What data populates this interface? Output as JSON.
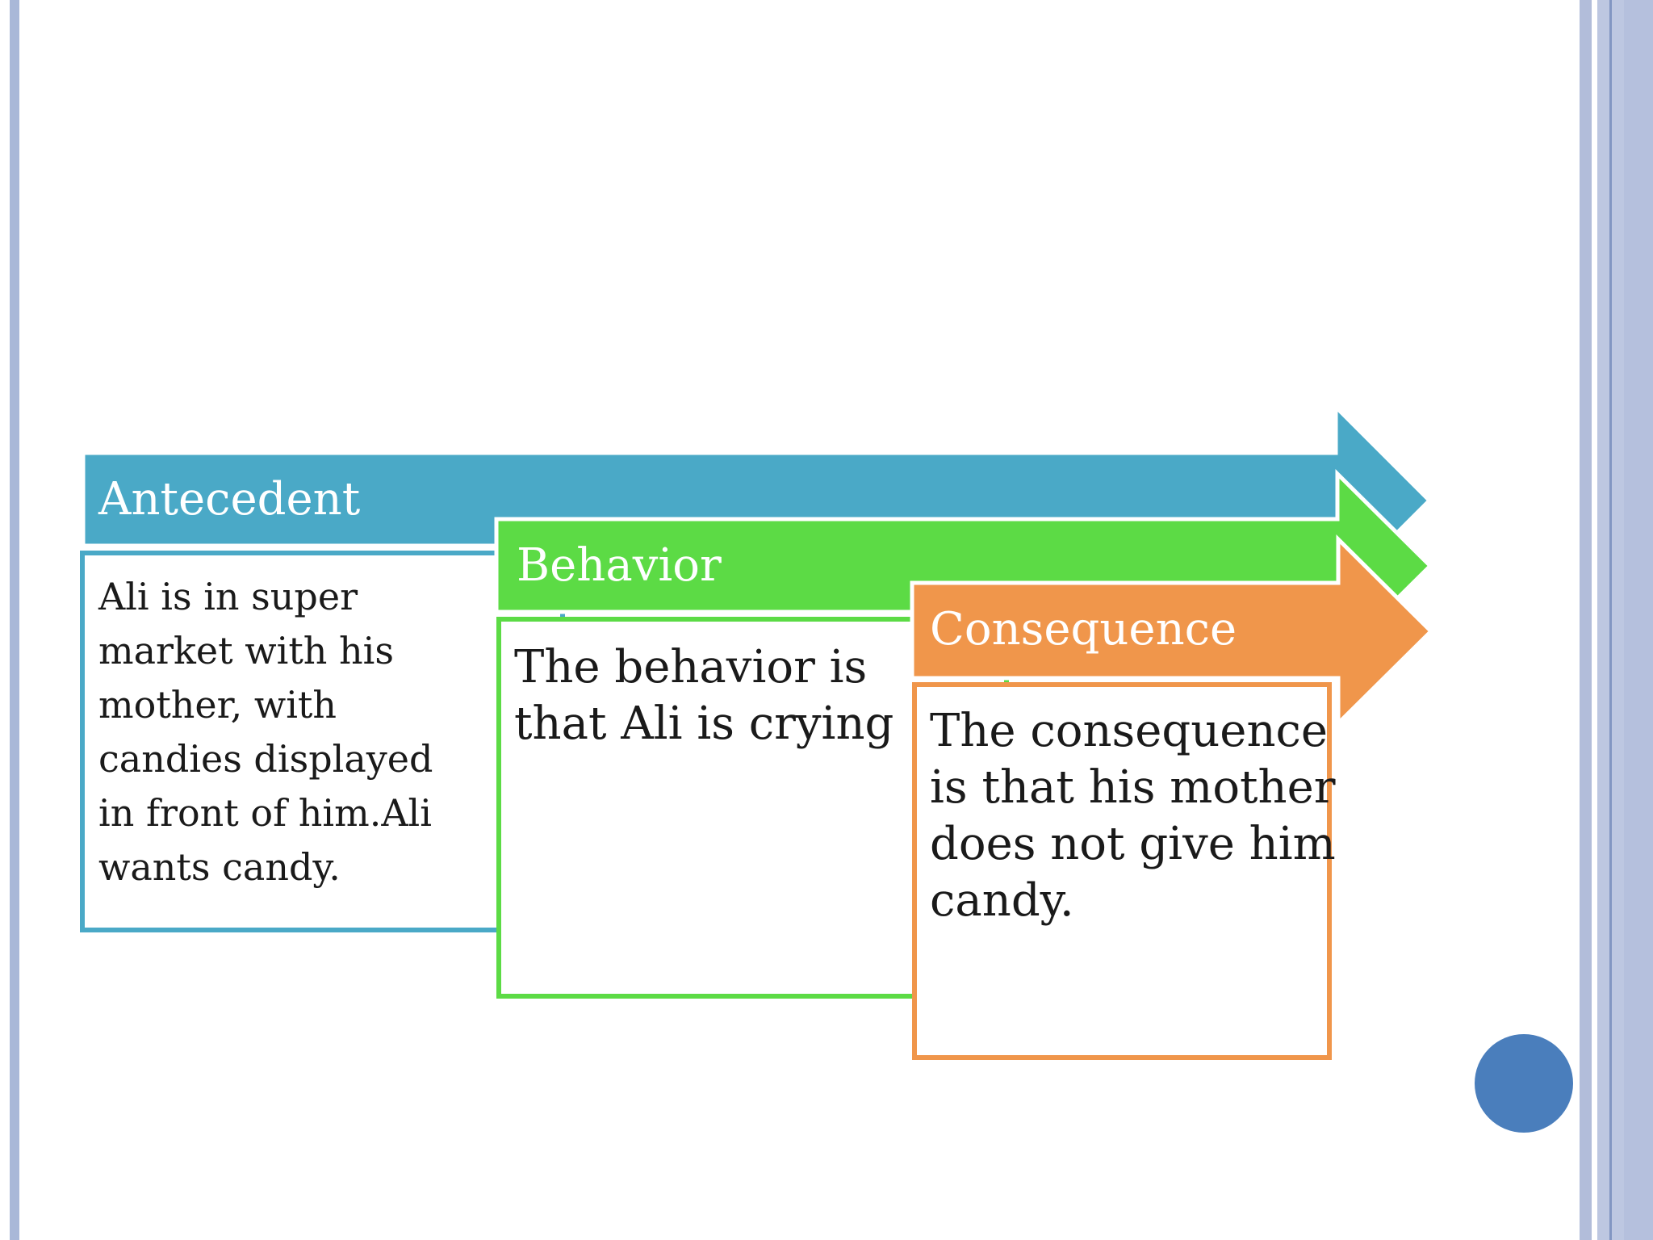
{
  "slide": {
    "arrows": [
      {
        "title": "Antecedent",
        "body": "Ali is in super\nmarket with his\nmother, with\ncandies displayed\nin front of him.Ali\nwants candy.",
        "color": "#4AA9C7"
      },
      {
        "title": "Behavior",
        "body": "The behavior is\nthat Ali is crying",
        "color": "#5CDB45"
      },
      {
        "title": "Consequence",
        "body": "The consequence\nis that his mother\ndoes not give him\ncandy.",
        "color": "#F0964B"
      }
    ],
    "colors": {
      "background": "#FFFFFF",
      "antecedent_teal": "#4AA9C7",
      "behavior_green": "#5CDB45",
      "consequence_orange": "#F0964B",
      "arrow_outline": "#FFFFFF",
      "title_text": "#FFFFFF",
      "body_text": "#1A1A1A",
      "corner_circle_blue": "#4A7EBC",
      "left_edge_stripe": "#A9B8D8",
      "right_edge_stripe": "#B2BDDA",
      "right_edge_panel": "#BDC7E1",
      "right_edge_line": "#8296C2",
      "right_edge_band": "#B5C0DD"
    }
  }
}
